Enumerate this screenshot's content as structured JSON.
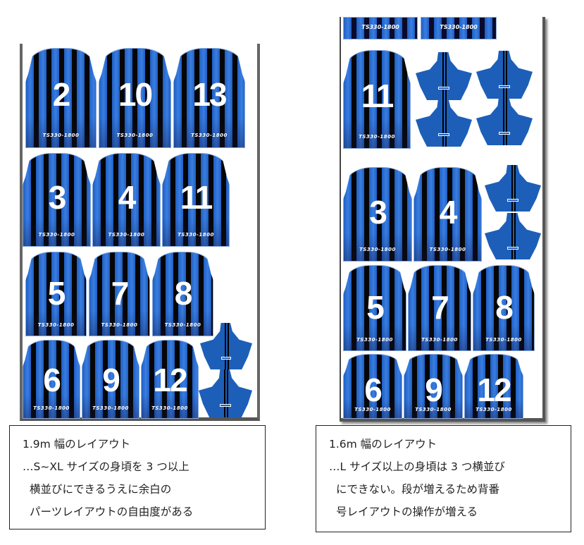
{
  "left_layout": {
    "jerseys": [
      {
        "number": "2",
        "tag": "TS330-1800"
      },
      {
        "number": "10",
        "tag": "TS330-1800"
      },
      {
        "number": "13",
        "tag": "TS330-1800"
      },
      {
        "number": "3",
        "tag": "TS330-1800"
      },
      {
        "number": "4",
        "tag": "TS330-1800"
      },
      {
        "number": "11",
        "tag": "TS330-1800"
      },
      {
        "number": "5",
        "tag": "TS330-1800"
      },
      {
        "number": "7",
        "tag": "TS330-1800"
      },
      {
        "number": "8",
        "tag": "TS330-1800"
      },
      {
        "number": "6",
        "tag": "TS330-1800"
      },
      {
        "number": "9",
        "tag": "TS330-1800"
      },
      {
        "number": "12",
        "tag": "TS330-1800"
      }
    ],
    "caption": {
      "title": "1.9m 幅のレイアウト",
      "lines": [
        "…S~XL サイズの身頃を 3 つ以上",
        "横並びにできるうえに余白の",
        "パーツレイアウトの自由度がある"
      ]
    }
  },
  "right_layout": {
    "top_strips": [
      {
        "tag": "TS330-1800"
      },
      {
        "tag": "TS330-1800"
      }
    ],
    "jerseys": [
      {
        "number": "11",
        "tag": "TS330-1800"
      },
      {
        "number": "3",
        "tag": "TS330-1800"
      },
      {
        "number": "4",
        "tag": "TS330-1800"
      },
      {
        "number": "5",
        "tag": "TS330-1800"
      },
      {
        "number": "7",
        "tag": "TS330-1800"
      },
      {
        "number": "8",
        "tag": "TS330-1800"
      },
      {
        "number": "6",
        "tag": "TS330-1800"
      },
      {
        "number": "9",
        "tag": "TS330-1800"
      },
      {
        "number": "12",
        "tag": "TS330-1800"
      }
    ],
    "caption": {
      "title": "1.6m 幅のレイアウト",
      "lines": [
        "…L サイズ以上の身頃は 3 つ横並び",
        "にできない。段が増えるため背番",
        "号レイアウトの操作が増える"
      ]
    }
  },
  "colors": {
    "stripe_blue": "#1f5fc4",
    "stripe_black": "#060606",
    "sleeve_blue": "#1d5fb8",
    "frame_gray": "#666666"
  }
}
